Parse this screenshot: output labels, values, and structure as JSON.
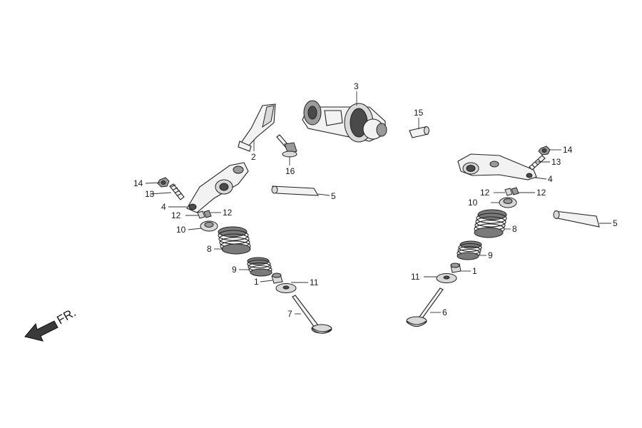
{
  "callouts": {
    "left_1": "1",
    "left_2": "2",
    "left_4": "4",
    "left_5": "5",
    "left_7": "7",
    "left_8": "8",
    "left_9": "9",
    "left_10": "10",
    "left_11": "11",
    "left_12a": "12",
    "left_12b": "12",
    "left_13": "13",
    "left_14": "14",
    "center_3": "3",
    "center_15": "15",
    "center_16": "16",
    "right_1": "1",
    "right_4": "4",
    "right_5": "5",
    "right_6": "6",
    "right_8": "8",
    "right_9": "9",
    "right_10": "10",
    "right_11": "11",
    "right_12a": "12",
    "right_12b": "12",
    "right_13": "13",
    "right_14": "14"
  },
  "direction_label": "FR.",
  "icons": {
    "direction": "arrow-left-down-icon"
  },
  "colors": {
    "line": "#222222",
    "background": "#ffffff",
    "shade_dark": "#4a4a4a",
    "shade_mid": "#9a9a9a"
  }
}
